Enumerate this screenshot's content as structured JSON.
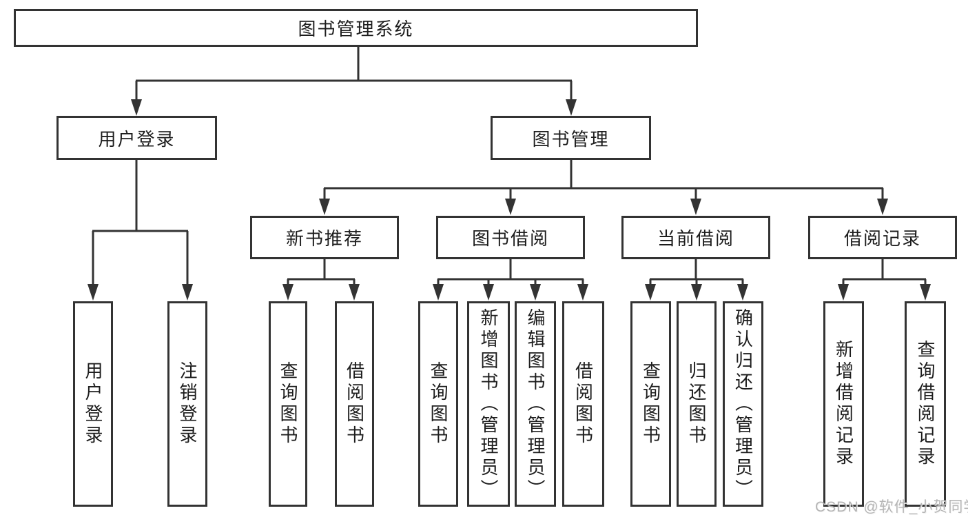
{
  "diagram": {
    "root": {
      "label": "图书管理系统"
    },
    "user_login": {
      "label": "用户登录",
      "children": {
        "login": {
          "label": "用户登录"
        },
        "logout": {
          "label": "注销登录"
        }
      }
    },
    "book_mgmt": {
      "label": "图书管理",
      "children": {
        "new_book": {
          "label": "新书推荐",
          "children": {
            "query": {
              "label": "查询图书"
            },
            "borrow": {
              "label": "借阅图书"
            }
          }
        },
        "borrow": {
          "label": "图书借阅",
          "children": {
            "query": {
              "label": "查询图书"
            },
            "add": {
              "label": "新增图书（管理员）"
            },
            "edit": {
              "label": "编辑图书（管理员）"
            },
            "borrow": {
              "label": "借阅图书"
            }
          }
        },
        "current": {
          "label": "当前借阅",
          "children": {
            "query": {
              "label": "查询图书"
            },
            "return": {
              "label": "归还图书"
            },
            "confirm": {
              "label": "确认归还（管理员）"
            }
          }
        },
        "records": {
          "label": "借阅记录",
          "children": {
            "add": {
              "label": "新增借阅记录"
            },
            "query": {
              "label": "查询借阅记录"
            }
          }
        }
      }
    }
  },
  "watermark": {
    "text": "CSDN @软件_小贺同学"
  },
  "colors": {
    "line": "#333333",
    "text": "#1d1d1d",
    "box_fill": "#ffffff",
    "watermark": "#aeaeae",
    "background": "#ffffff"
  }
}
